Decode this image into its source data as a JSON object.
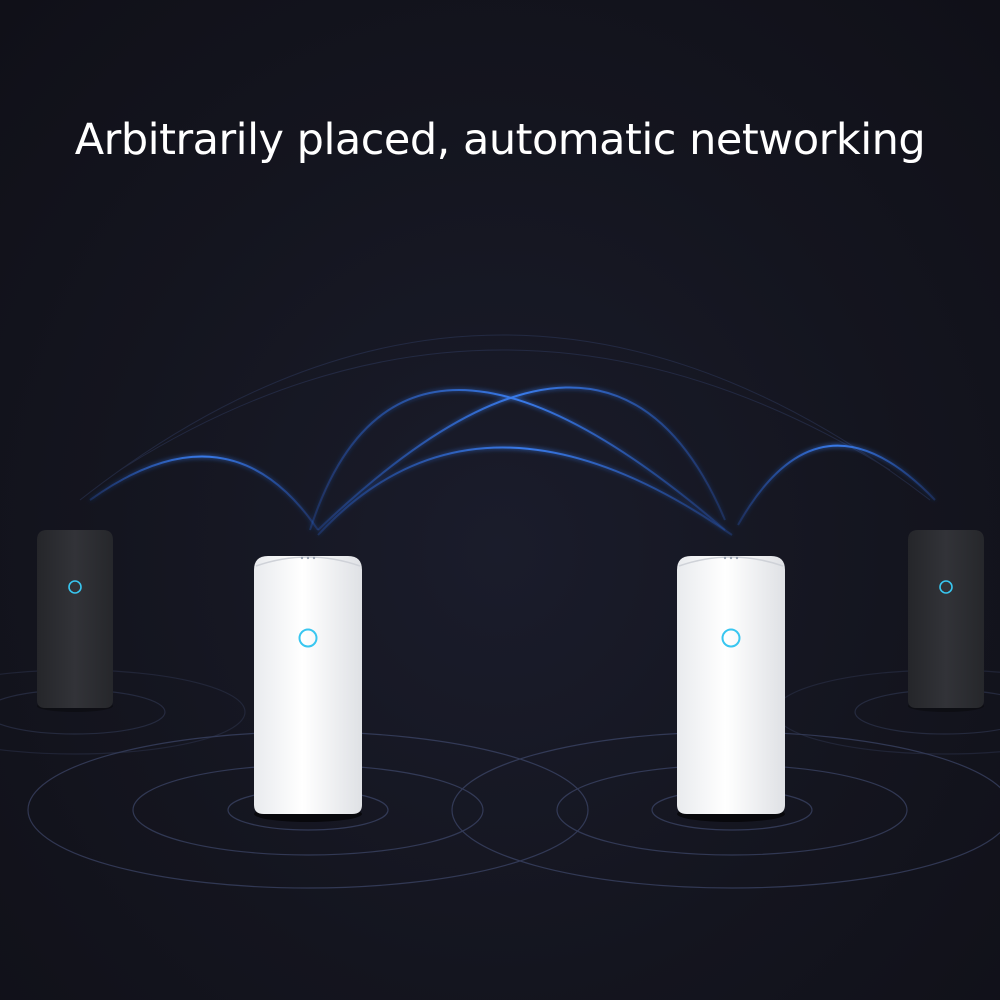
{
  "headline": "Arbitrarily placed, automatic networking",
  "colors": {
    "background": "#13141f",
    "signal_arc": "#2f6fe0",
    "ripple": "#5a6a9a",
    "indicator_ring": "#38c6f0",
    "router_white": "#f4f5f7",
    "router_dark": "#2c2d31"
  },
  "devices": [
    {
      "name": "router-far-left",
      "finish": "dark",
      "icon": "status-ring-icon"
    },
    {
      "name": "router-center-left",
      "finish": "white",
      "icon": "status-ring-icon"
    },
    {
      "name": "router-center-right",
      "finish": "white",
      "icon": "status-ring-icon"
    },
    {
      "name": "router-far-right",
      "finish": "dark",
      "icon": "status-ring-icon"
    }
  ]
}
